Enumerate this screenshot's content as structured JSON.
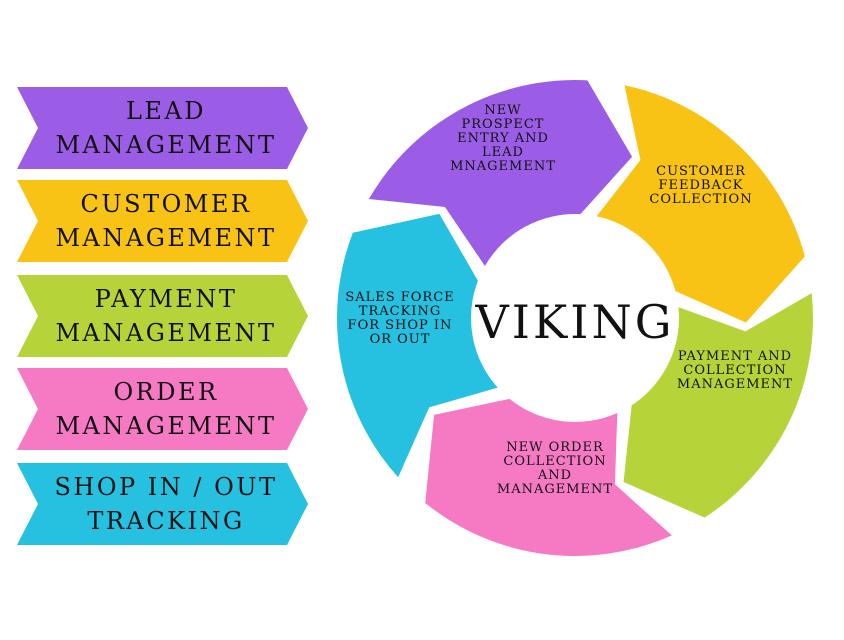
{
  "colors": {
    "purple": "#9b5de5",
    "yellow": "#f9c316",
    "green": "#b6d43a",
    "pink": "#f679c4",
    "cyan": "#26c0e0"
  },
  "arrows": [
    {
      "lines": [
        "LEAD",
        "MANAGEMENT"
      ],
      "color": "#9b5de5"
    },
    {
      "lines": [
        "CUSTOMER",
        "MANAGEMENT"
      ],
      "color": "#f9c316"
    },
    {
      "lines": [
        "PAYMENT",
        "MANAGEMENT"
      ],
      "color": "#b6d43a"
    },
    {
      "lines": [
        "ORDER",
        "MANAGEMENT"
      ],
      "color": "#f679c4"
    },
    {
      "lines": [
        "SHOP IN / OUT",
        "TRACKING"
      ],
      "color": "#26c0e0"
    }
  ],
  "cycle": {
    "center_label": "VIKING",
    "segments": [
      {
        "lines": [
          "NEW",
          "PROSPECT",
          "ENTRY AND",
          "LEAD",
          "MNAGEMENT"
        ],
        "color": "#9b5de5"
      },
      {
        "lines": [
          "CUSTOMER",
          "FEEDBACK",
          "COLLECTION"
        ],
        "color": "#f9c316"
      },
      {
        "lines": [
          "PAYMENT AND",
          "COLLECTION",
          "MANAGEMENT"
        ],
        "color": "#b6d43a"
      },
      {
        "lines": [
          "NEW ORDER",
          "COLLECTION",
          "AND",
          "MANAGEMENT"
        ],
        "color": "#f679c4"
      },
      {
        "lines": [
          "SALES FORCE",
          "TRACKING",
          "FOR SHOP IN",
          "OR OUT"
        ],
        "color": "#26c0e0"
      }
    ]
  }
}
